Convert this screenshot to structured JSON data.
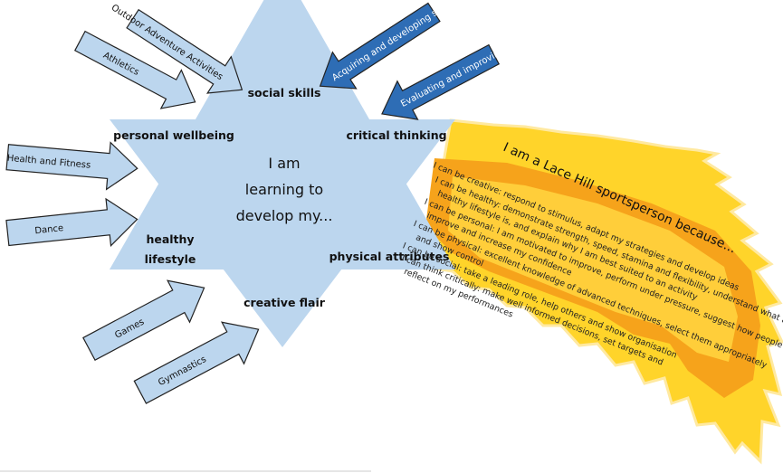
{
  "colors": {
    "star_fill": "#bcd6ee",
    "light_arrow_fill": "#bcd6ee",
    "dark_arrow_fill": "#2e6db5",
    "flame_yellow": "#ffd42a",
    "flame_orange": "#f6a31b",
    "flame_light": "#ffe25a"
  },
  "arrows": {
    "outdoor": "Outdoor Adventure Activities",
    "athletics": "Athletics",
    "health_fitness": "Health and Fitness",
    "dance": "Dance",
    "games": "Games",
    "gymnastics": "Gymnastics",
    "acquiring": "Acquiring and developing skills",
    "evaluating": "Evaluating and improving"
  },
  "star": {
    "social_skills": "social skills",
    "critical_thinking": "critical thinking",
    "personal_wellbeing": "personal wellbeing",
    "healthy": "healthy",
    "lifestyle": "lifestyle",
    "physical_attributes": "physical attributes",
    "creative_flair": "creative flair",
    "center_line1": "I am",
    "center_line2": "learning to",
    "center_line3": "develop my..."
  },
  "flame": {
    "title": "I am a Lace Hill sportsperson because...",
    "lines": [
      "I can be creative: respond to stimulus, adapt my strategies and develop ideas",
      "I can be healthy: demonstrate strength, speed, stamina and flexibility, understand what a",
      "healthy lifestyle is, and explain why I am best suited to an activity",
      "I can be personal: I am motivated to improve, perform under pressure, suggest how people can",
      "improve and increase my confidence",
      "I can be physical: excellent knowledge of advanced techniques, select them appropriately",
      "and show control",
      "I can be social: take a leading role, help others and show organisation",
      "I can think critically: make well informed decisions, set targets and",
      "reflect on my performances"
    ]
  }
}
